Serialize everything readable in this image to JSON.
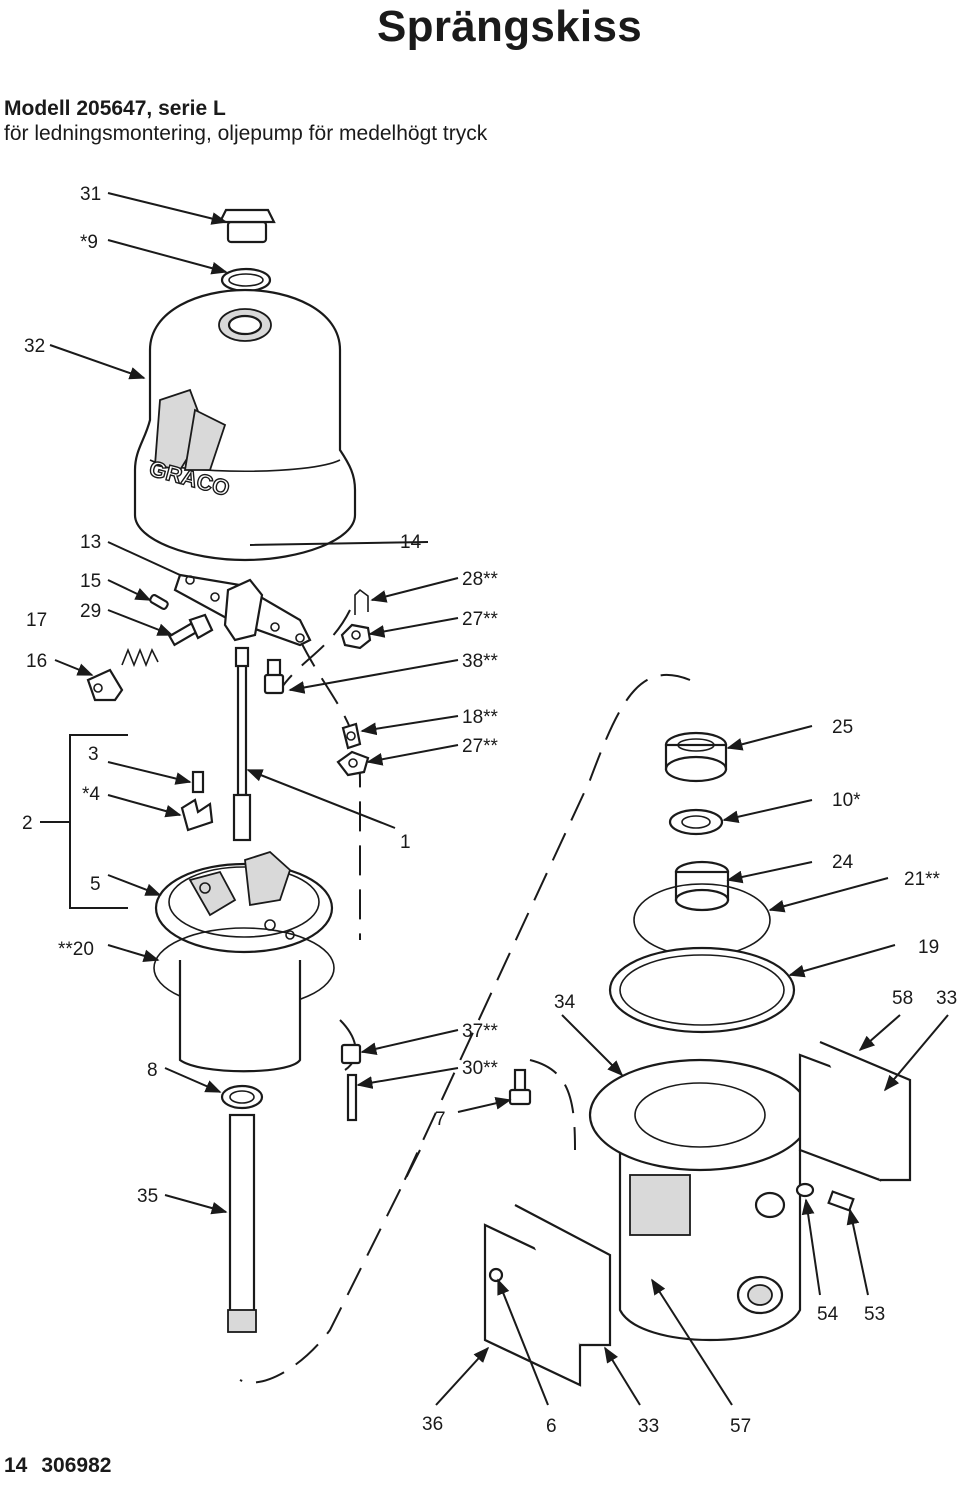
{
  "header": {
    "title": "Sprängskiss"
  },
  "model": {
    "line1": "Modell 205647, serie L",
    "line2": "för ledningsmontering, oljepump för medelhögt tryck"
  },
  "footer": {
    "page": "14",
    "doc": "306982"
  },
  "logo": "GRACO",
  "callouts": {
    "c31": "31",
    "c9": "*9",
    "c32": "32",
    "c13": "13",
    "c14": "14",
    "c15": "15",
    "c28": "28**",
    "c17": "17",
    "c29": "29",
    "c27a": "27**",
    "c16": "16",
    "c38": "38**",
    "c18": "18**",
    "c27b": "27**",
    "c25": "25",
    "c3": "3",
    "c2": "2",
    "c4": "*4",
    "c10": "10*",
    "c1": "1",
    "c5": "5",
    "c24": "24",
    "c21": "21**",
    "c20": "**20",
    "c19": "19",
    "c34": "34",
    "c58": "58",
    "c33a": "33",
    "c37": "37**",
    "c8": "8",
    "c30": "30**",
    "c7": "7",
    "c35": "35",
    "c54": "54",
    "c53": "53",
    "c36": "36",
    "c6": "6",
    "c33b": "33",
    "c57": "57"
  }
}
